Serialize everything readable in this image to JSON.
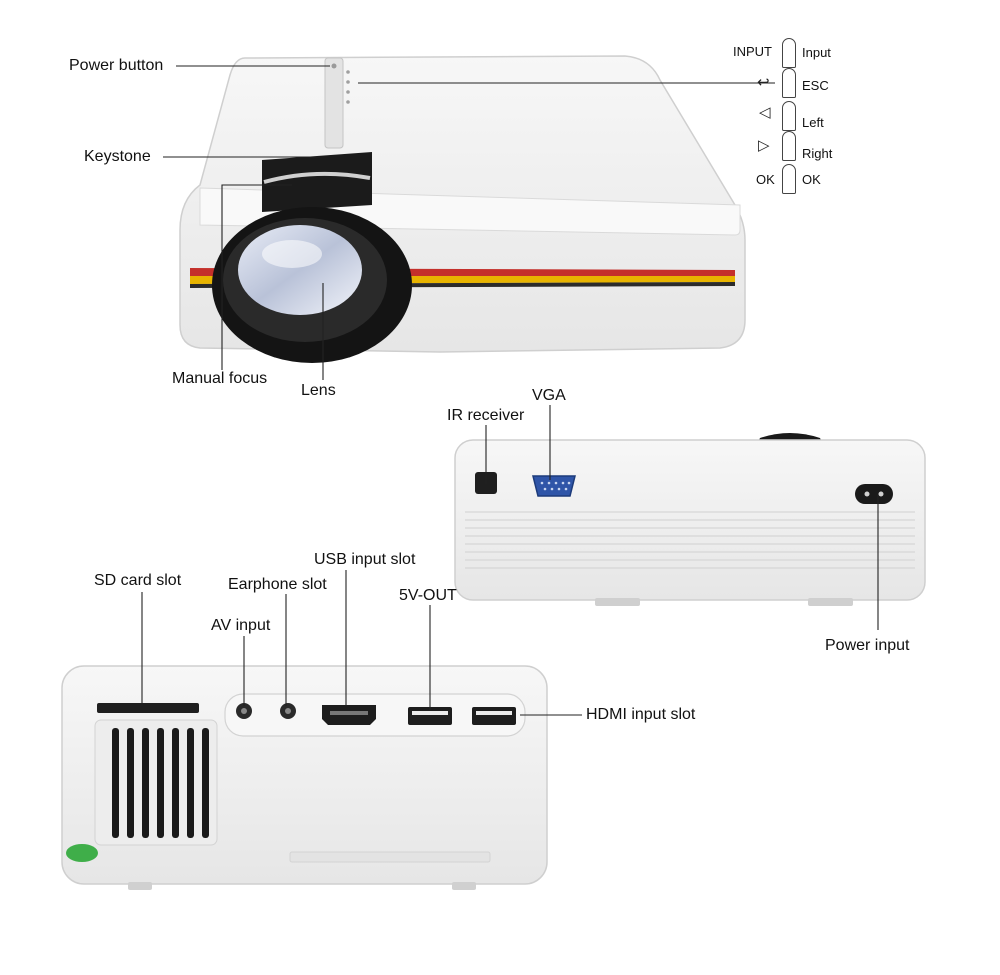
{
  "labels": {
    "power_button": "Power button",
    "keystone": "Keystone",
    "manual_focus": "Manual focus",
    "lens": "Lens",
    "ir_receiver": "IR receiver",
    "vga": "VGA",
    "power_input": "Power input",
    "sd_card_slot": "SD card slot",
    "earphone_slot": "Earphone slot",
    "usb_input_slot": "USB input slot",
    "av_input": "AV input",
    "five_v_out": "5V-OUT",
    "hdmi_input_slot": "HDMI input slot"
  },
  "controls": [
    {
      "key": "INPUT",
      "name": "Input"
    },
    {
      "key": "↩",
      "name": "ESC"
    },
    {
      "key": "◁",
      "name": "Left"
    },
    {
      "key": "▷",
      "name": "Right"
    },
    {
      "key": "OK",
      "name": "OK"
    }
  ],
  "colors": {
    "body": "#f4f4f4",
    "lens_ring": "#1b1b1b",
    "stripe_red": "#c4302b",
    "stripe_yellow": "#e8b400",
    "vga_port": "#2f55a8",
    "sd_badge": "#3fae49"
  }
}
